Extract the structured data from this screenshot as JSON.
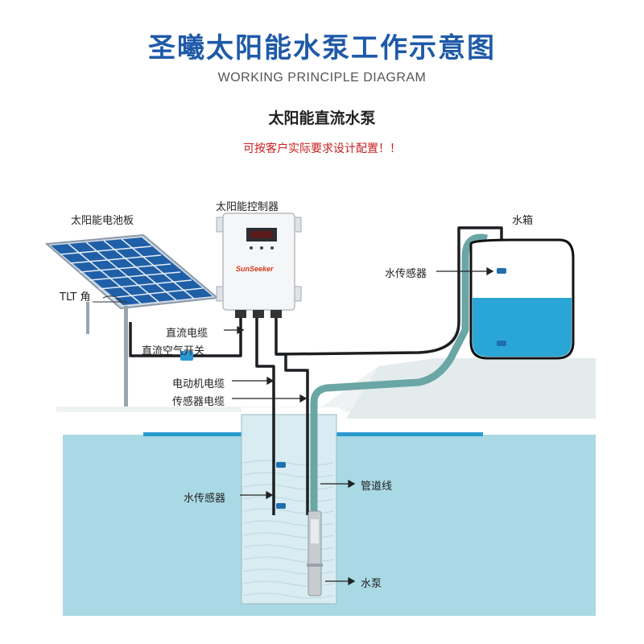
{
  "header": {
    "title": "圣曦太阳能水泵工作示意图",
    "subtitle": "WORKING PRINCIPLE DIAGRAM",
    "product": "太阳能直流水泵",
    "note": "可按客户实际要求设计配置！！"
  },
  "labels": {
    "solar_panel": "太阳能电池板",
    "controller": "太阳能控制器",
    "water_tank": "水箱",
    "tank_sensor": "水传感器",
    "tilt_angle": "TLT 角",
    "dc_cable": "直流电缆",
    "dc_breaker": "直流空气开关",
    "motor_cable": "电动机电缆",
    "sensor_cable": "传感器电缆",
    "well_sensor": "水传感器",
    "pipe": "管道线",
    "pump": "水泵"
  },
  "controller_logo": "SunSeeker",
  "colors": {
    "title": "#1e5aa8",
    "note": "#c81e1e",
    "panel": "#1f5fa8",
    "water": "#a9d9e4",
    "tank_water": "#2aa6d6",
    "pipe": "#6aa6a4",
    "ground": "#eef3f3"
  }
}
